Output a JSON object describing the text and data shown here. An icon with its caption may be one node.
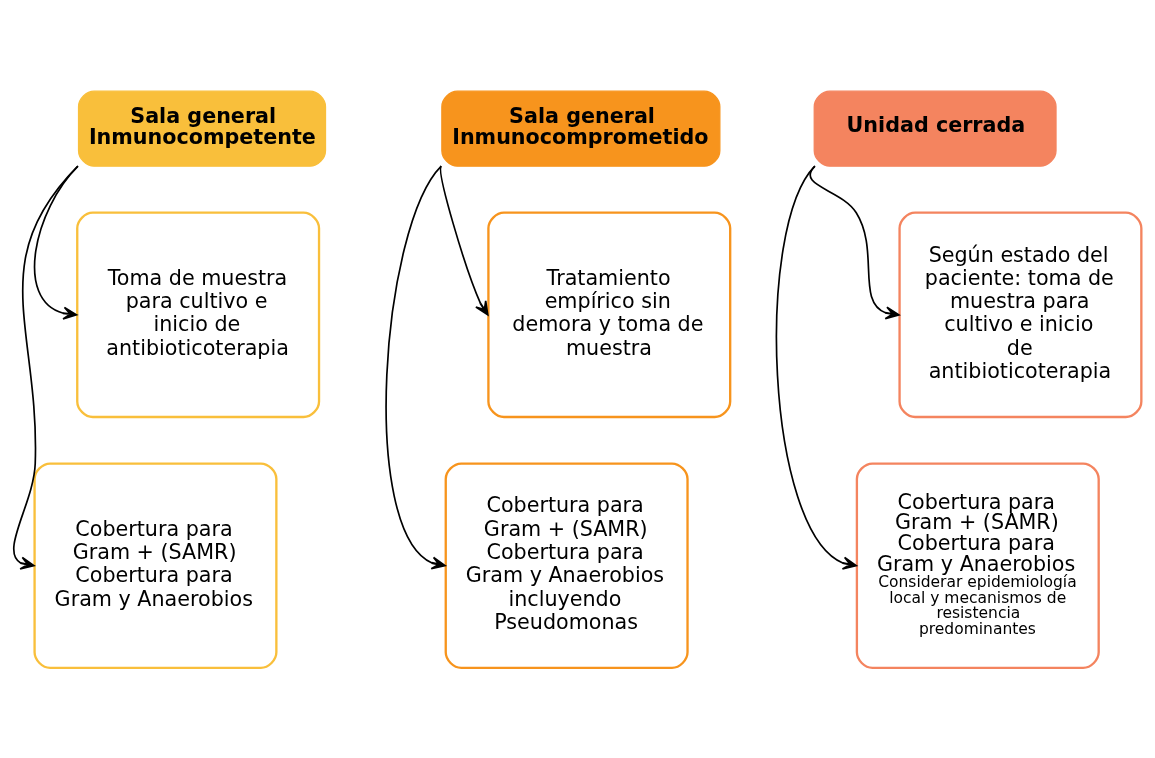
{
  "diagram": {
    "nodes": [
      {
        "text": [
          "Sala general Inmunocompetente"
        ]
      },
      {
        "text": [
          "Toma de muestra para cultivo e inicio de antibioticoterapia"
        ]
      },
      {
        "text": [
          "Cobertura para Gram + (SAMR) Cobertura para Gram y Anaerobios"
        ]
      },
      {
        "text": [
          "Sala general Inmunocomprometido"
        ]
      },
      {
        "text": [
          "Tratamiento empírico sin demora y toma de muestra"
        ]
      },
      {
        "text": [
          "Cobertura para Gram + (SAMR) Cobertura para Gram y Anaerobios incluyendo Pseudomonas"
        ]
      },
      {
        "text": [
          "Unidad cerrada"
        ]
      },
      {
        "text": [
          "Según estado del paciente: toma de muestra para cultivo e inicio de antibioticoterapia"
        ]
      },
      {
        "text": [
          "Cobertura para Gram + (SAMR) Cobertura para Gram y Anaerobios",
          "Considerar epidemiología local y mecanismos de resistencia predominantes"
        ]
      }
    ],
    "edges": [
      {
        "from": 0,
        "to": 1,
        "arrow": "to"
      },
      {
        "from": 0,
        "to": 2,
        "arrow": "to"
      },
      {
        "from": 3,
        "to": 4,
        "arrow": "to"
      },
      {
        "from": 3,
        "to": 5,
        "arrow": "to"
      },
      {
        "from": 6,
        "to": 7,
        "arrow": "to"
      },
      {
        "from": 6,
        "to": 8,
        "arrow": "to"
      }
    ]
  }
}
